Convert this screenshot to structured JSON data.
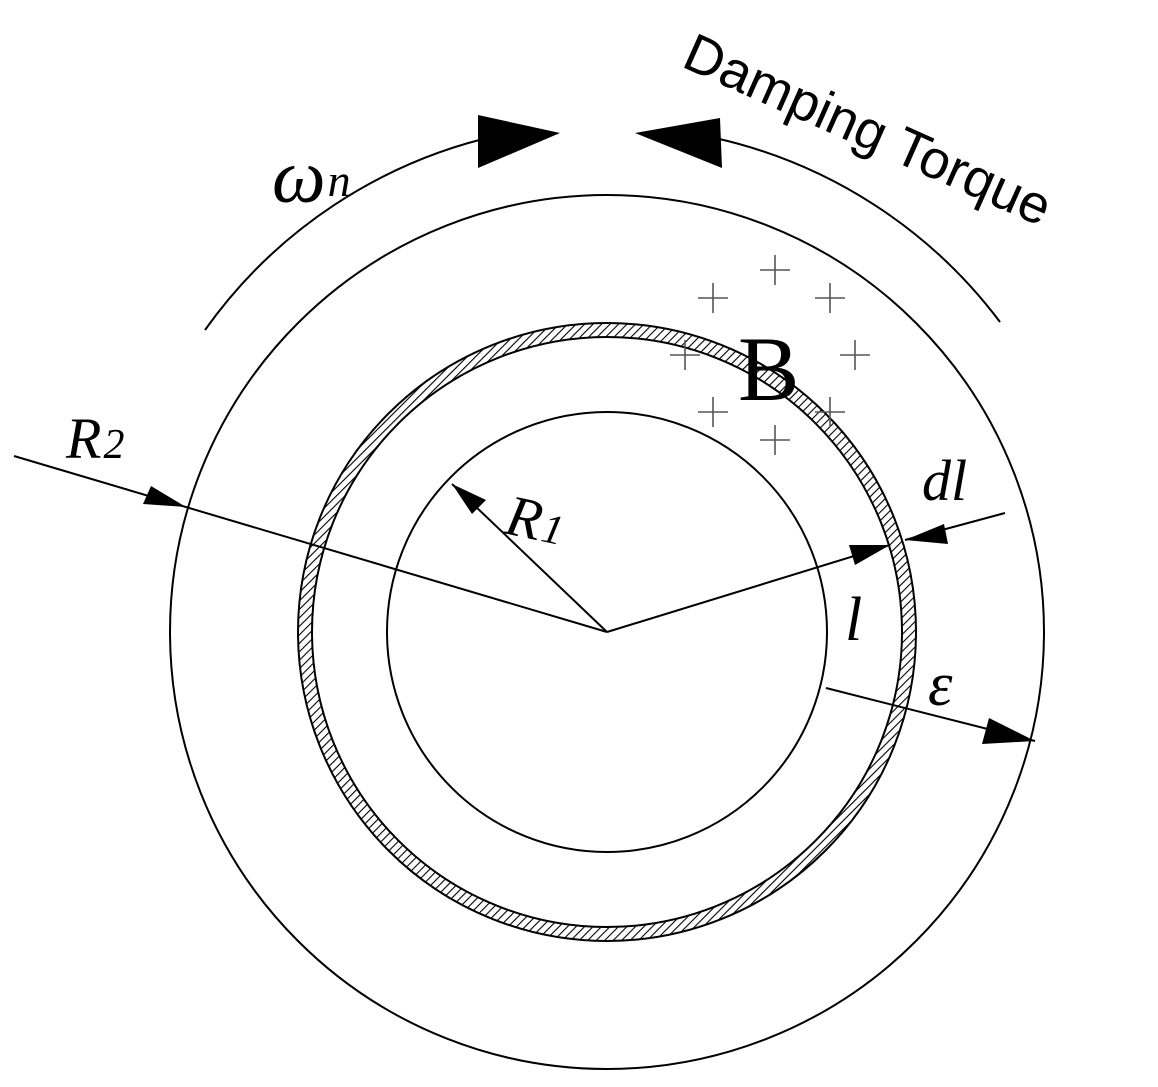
{
  "labels": {
    "omega_symbol": "ω",
    "omega_subscript": "n",
    "damping_torque": "Damping Torque",
    "magnetic_field": "B",
    "outer_radius_symbol": "R",
    "outer_radius_subscript": "2",
    "inner_radius_symbol": "R",
    "inner_radius_subscript": "1",
    "element_thickness": "dl",
    "element_radius": "l",
    "gap": "ε"
  },
  "colors": {
    "line": "#000000",
    "field_marks": "#555555",
    "background": "#ffffff"
  }
}
